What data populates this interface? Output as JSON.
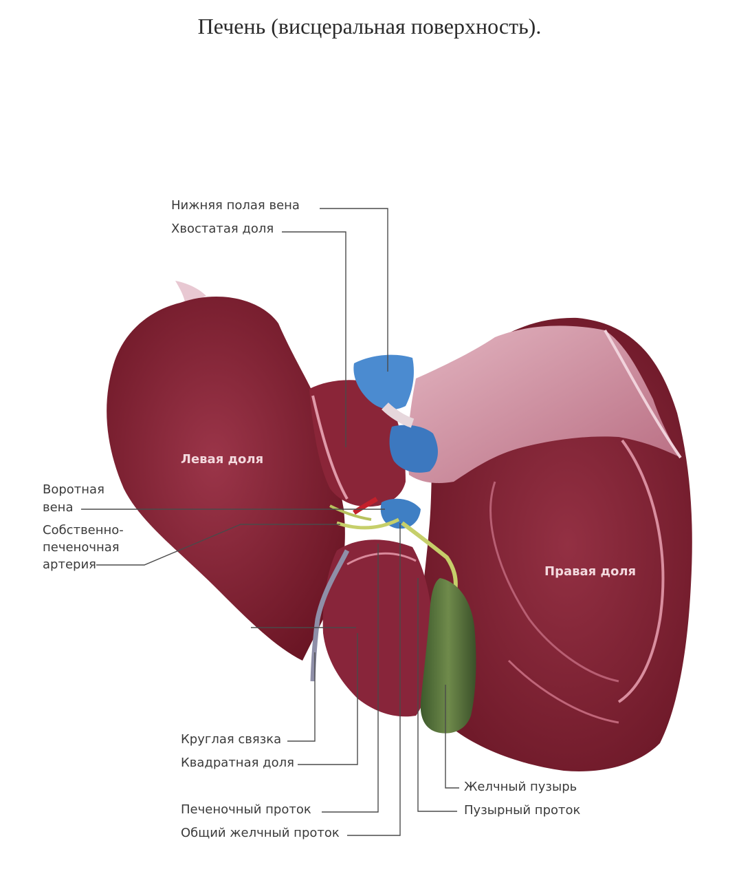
{
  "title": "Печень (висцеральная поверхность).",
  "labels": {
    "ivc": "Нижняя полая вена",
    "caudate": "Хвостатая доля",
    "portal_vein_1": "Воротная",
    "portal_vein_2": "вена",
    "hepatic_artery_1": "Собственно-",
    "hepatic_artery_2": "печеночная",
    "hepatic_artery_3": "артерия",
    "round_ligament": "Круглая связка",
    "quadrate": "Квадратная доля",
    "hepatic_duct": "Печеночный проток",
    "common_bile_duct": "Общий желчный проток",
    "gallbladder": "Желчный пузырь",
    "cystic_duct": "Пузырный проток",
    "left_lobe": "Левая доля",
    "right_lobe": "Правая доля"
  },
  "colors": {
    "liver": "#7e1f2d",
    "liver_dark": "#5e1320",
    "liver_light": "#a9435a",
    "vein_blue": "#3f7fc4",
    "ligament_pink": "#d9a3b0",
    "gallbladder": "#4f6a3a",
    "artery_red": "#c3202b",
    "duct_yellow": "#c6cf6a",
    "leader": "#4a4a4a"
  }
}
